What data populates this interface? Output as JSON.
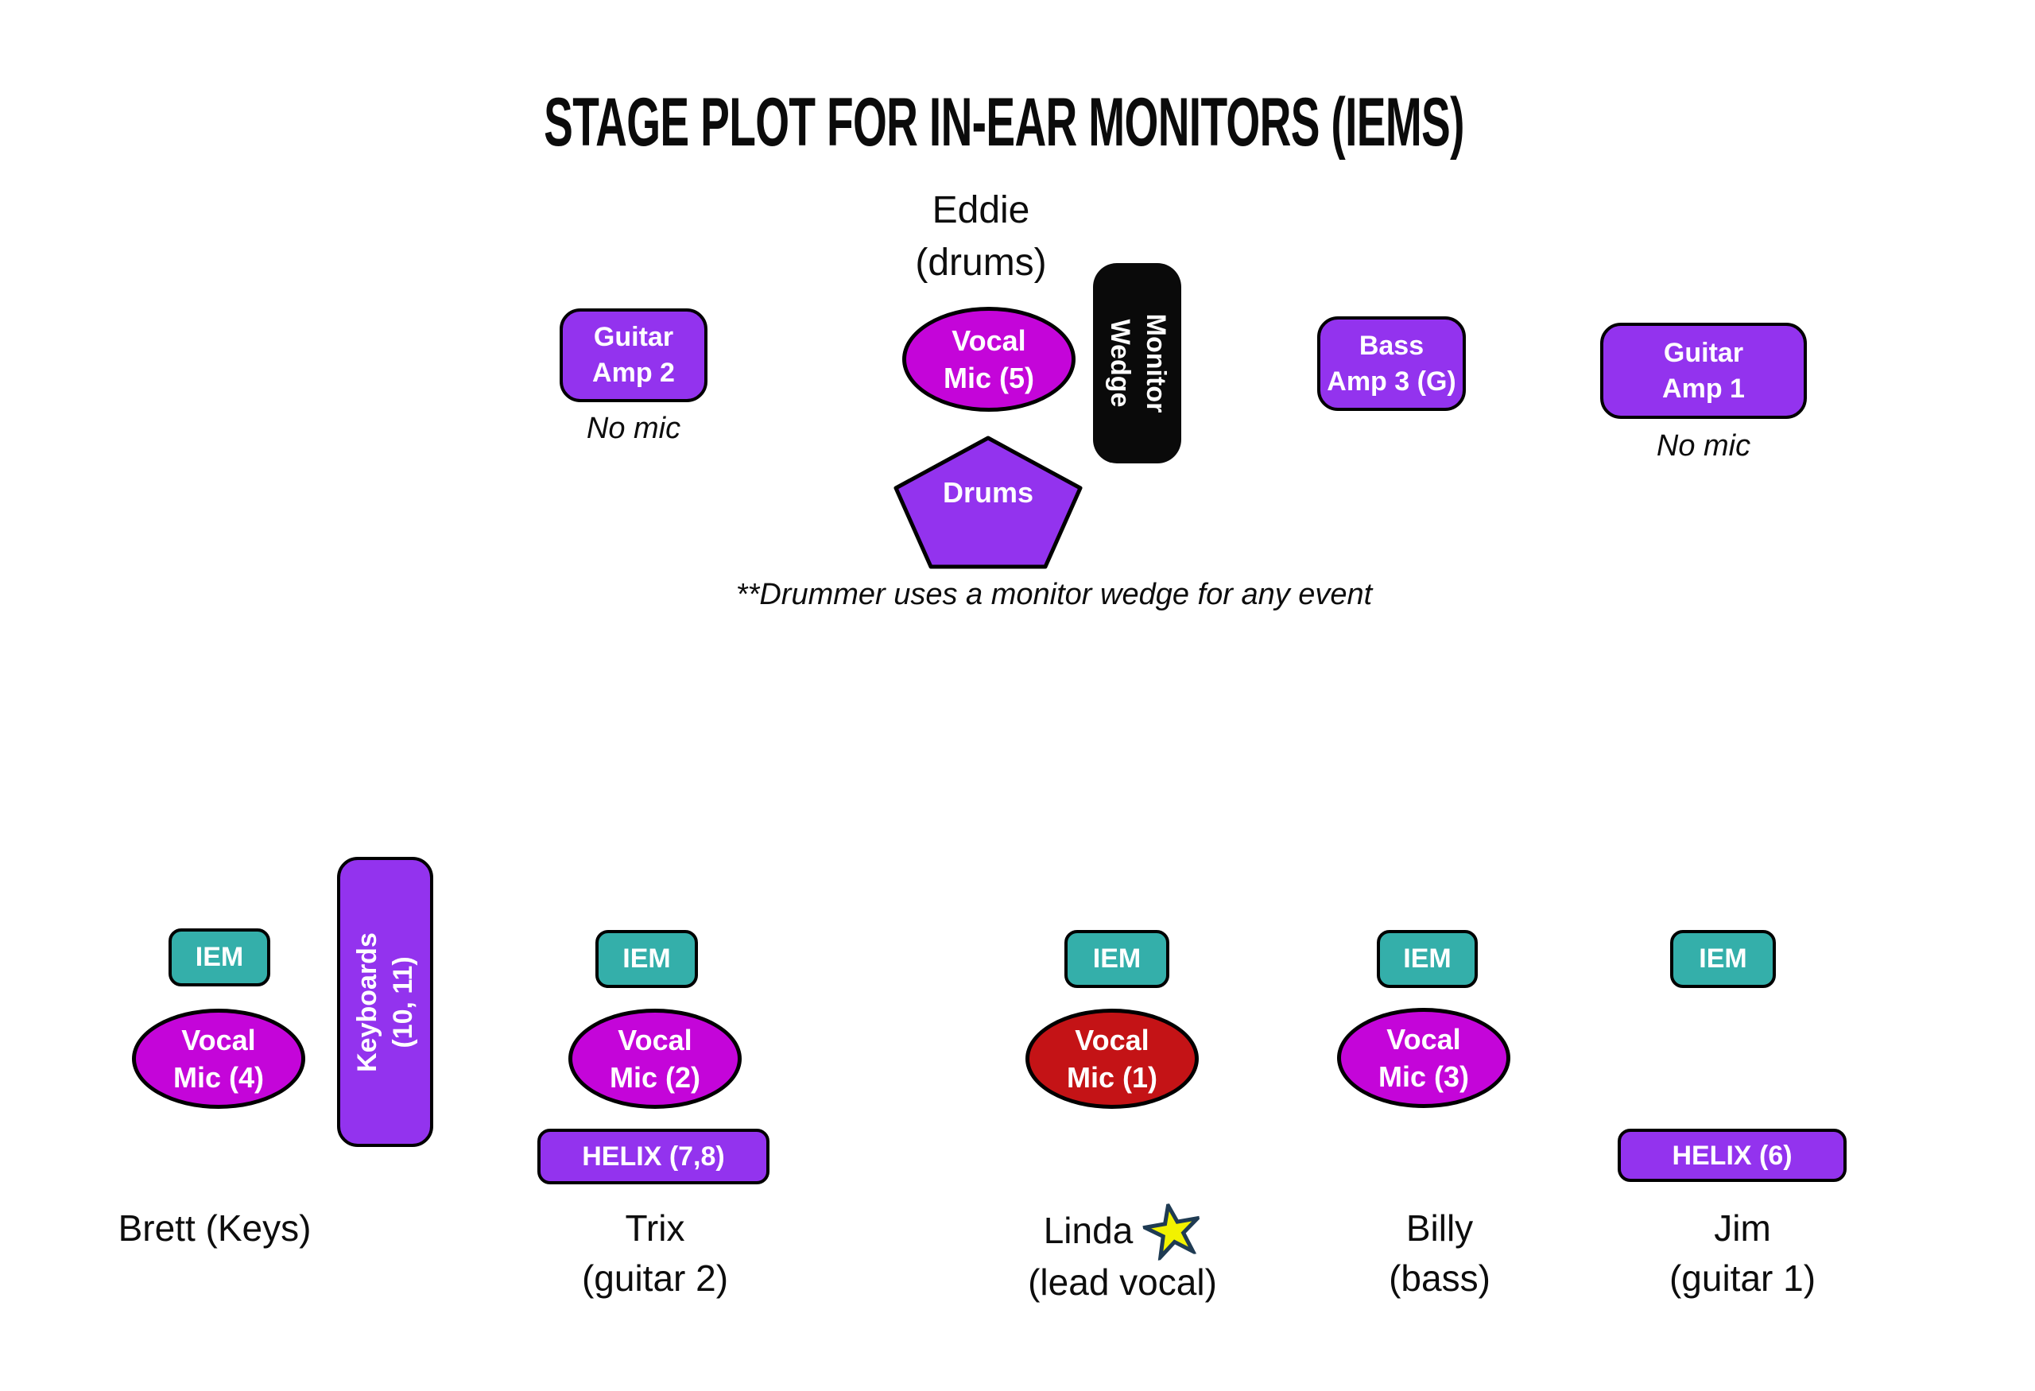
{
  "title": "STAGE PLOT FOR IN-EAR MONITORS (IEMS)",
  "colors": {
    "purple": "#9333EE",
    "magenta": "#C405D9",
    "teal": "#34AFAA",
    "red": "#C41316",
    "wedge-black": "#0a0a0a",
    "star-fill": "#F2F200",
    "star-stroke": "#1F3B53"
  },
  "backline": {
    "drummer_name": "Eddie\n(drums)",
    "guitar_amp_2": "Guitar\nAmp 2",
    "guitar_amp_2_note": "No mic",
    "vocal_mic_5": "Vocal\nMic (5)",
    "monitor_wedge": "Monitor\nWedge",
    "bass_amp_3": "Bass\nAmp 3 (G)",
    "guitar_amp_1": "Guitar\nAmp 1",
    "guitar_amp_1_note": "No mic",
    "drums": "Drums",
    "note": "**Drummer uses a monitor wedge for any event"
  },
  "frontline": {
    "brett": {
      "iem": "IEM",
      "vocal_mic": "Vocal\nMic (4)",
      "keyboards": "Keyboards\n(10, 11)",
      "name": "Brett (Keys)"
    },
    "trix": {
      "iem": "IEM",
      "vocal_mic": "Vocal\nMic (2)",
      "helix": "HELIX (7,8)",
      "name": "Trix\n(guitar 2)"
    },
    "linda": {
      "iem": "IEM",
      "vocal_mic": "Vocal\nMic (1)",
      "name": "Linda",
      "role": "(lead vocal)"
    },
    "billy": {
      "iem": "IEM",
      "vocal_mic": "Vocal\nMic (3)",
      "name": "Billy\n(bass)"
    },
    "jim": {
      "iem": "IEM",
      "helix": "HELIX (6)",
      "name": "Jim\n(guitar 1)"
    }
  }
}
